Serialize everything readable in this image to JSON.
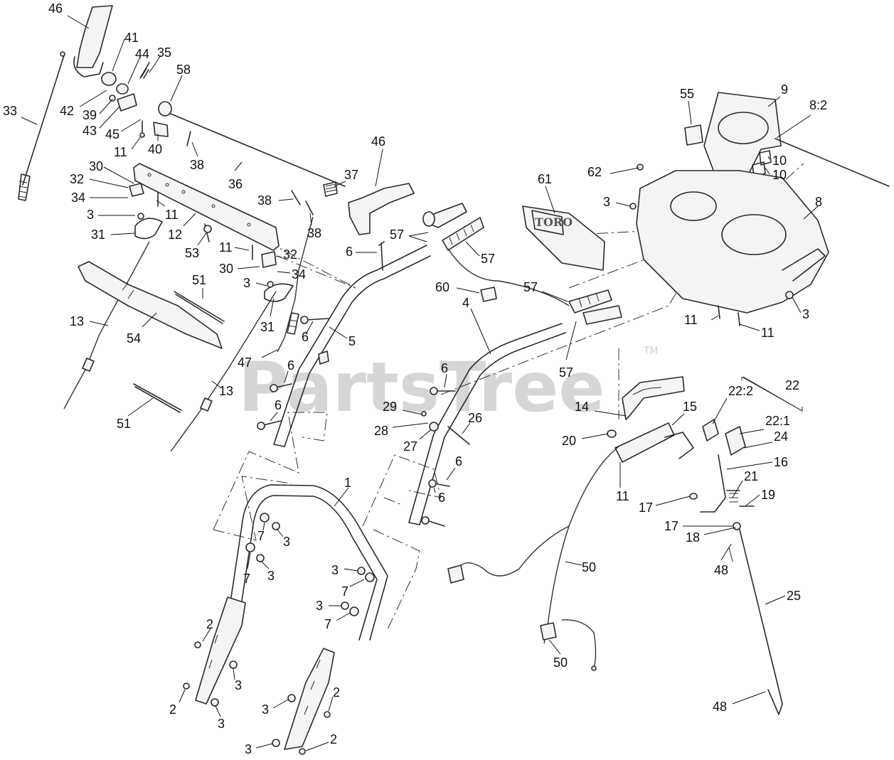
{
  "watermark": {
    "text": "PartsTree",
    "trademark": "TM"
  },
  "decal_logo": "TORO",
  "callouts": {
    "c46a": "46",
    "c41": "41",
    "c44": "44",
    "c35": "35",
    "c58": "58",
    "c33": "33",
    "c42": "42",
    "c39": "39",
    "c43": "43",
    "c45": "45",
    "c11a": "11",
    "c40": "40",
    "c38a": "38",
    "c36": "36",
    "c32a": "32",
    "c30a": "30",
    "c34a": "34",
    "c3a": "3",
    "c11b": "11",
    "c31a": "31",
    "c12": "12",
    "c53": "53",
    "c11c": "11",
    "c32b": "32",
    "c30b": "30",
    "c34b": "34",
    "c3b": "3",
    "c51a": "51",
    "c31b": "31",
    "c13a": "13",
    "c54": "54",
    "c47": "47",
    "c13b": "13",
    "c51b": "51",
    "c46b": "46",
    "c37": "37",
    "c38b": "38",
    "c38c": "38",
    "c57a": "57",
    "c57b": "57",
    "c6a": "6",
    "c60": "60",
    "c57c": "57",
    "c57d": "57",
    "c5": "5",
    "c6b": "6",
    "c4": "4",
    "c6c": "6",
    "c6d": "6",
    "c6e": "6",
    "c29": "29",
    "c28": "28",
    "c27": "27",
    "c26": "26",
    "c6f": "6",
    "c6g": "6",
    "c1": "1",
    "c7a": "7",
    "c3c": "3",
    "c7b": "7",
    "c3d": "3",
    "c3e": "3",
    "c7c": "7",
    "c3f": "3",
    "c7d": "7",
    "c2a": "2",
    "c3g": "3",
    "c2b": "2",
    "c3h": "3",
    "c3i": "3",
    "c2c": "2",
    "c3j": "3",
    "c2d": "2",
    "c61": "61",
    "c55": "55",
    "c9": "9",
    "c8_2": "8:2",
    "c62": "62",
    "c10a": "10",
    "c10b": "10",
    "c3k": "3",
    "c8": "8",
    "c3l": "3",
    "c11d": "11",
    "c11e": "11",
    "c22": "22",
    "c22_2": "22:2",
    "c22_1": "22:1",
    "c24": "24",
    "c14": "14",
    "c15": "15",
    "c20": "20",
    "c16": "16",
    "c11f": "11",
    "c21": "21",
    "c19": "19",
    "c17a": "17",
    "c17b": "17",
    "c18": "18",
    "c48a": "48",
    "c50a": "50",
    "c25": "25",
    "c50b": "50",
    "c48b": "48"
  }
}
